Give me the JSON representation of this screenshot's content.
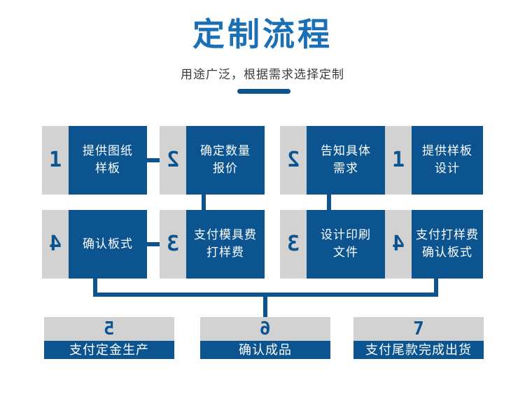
{
  "header": {
    "title": "定制流程",
    "subtitle": "用途广泛，根据需求选择定制",
    "accent_color": "#0b5490",
    "title_color": "#1a6fb5",
    "gray_color": "#d2d2d2"
  },
  "flow": {
    "row1": [
      {
        "number": "1",
        "label": "提供图纸\n样板",
        "label_line1": "提供图纸",
        "label_line2": "样板",
        "mirrored": false
      },
      {
        "number": "2",
        "label": "确定数量\n报价",
        "label_line1": "确定数量",
        "label_line2": "报价",
        "mirrored": true
      },
      {
        "number": "2",
        "label": "告知具体\n需求",
        "label_line1": "告知具体",
        "label_line2": "需求",
        "mirrored": true
      },
      {
        "number": "1",
        "label": "提供样板\n设计",
        "label_line1": "提供样板",
        "label_line2": "设计",
        "mirrored": false
      }
    ],
    "row2": [
      {
        "number": "4",
        "label": "确认板式",
        "label_line1": "确认板式",
        "label_line2": "",
        "mirrored": true
      },
      {
        "number": "3",
        "label": "支付模具费\n打样费",
        "label_line1": "支付模具费",
        "label_line2": "打样费",
        "mirrored": true
      },
      {
        "number": "3",
        "label": "设计印刷\n文件",
        "label_line1": "设计印刷",
        "label_line2": "文件",
        "mirrored": true
      },
      {
        "number": "4",
        "label": "支付打样费\n确认板式",
        "label_line1": "支付打样费",
        "label_line2": "确认板式",
        "mirrored": true
      }
    ],
    "row3": [
      {
        "number": "5",
        "label": "支付定金生产",
        "mirrored": true
      },
      {
        "number": "6",
        "label": "确认成品",
        "mirrored": true
      },
      {
        "number": "7",
        "label": "支付尾款完成出货",
        "mirrored": false
      }
    ]
  }
}
